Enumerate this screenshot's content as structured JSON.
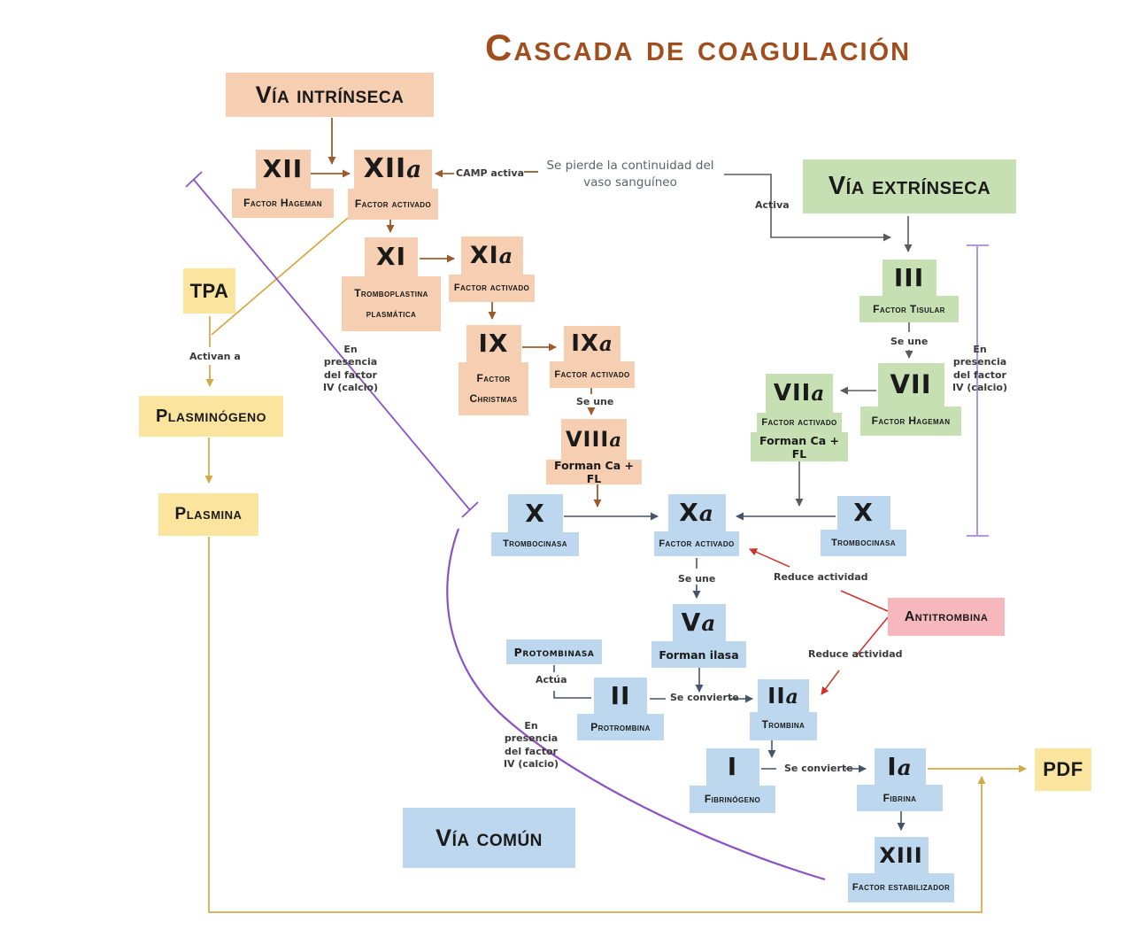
{
  "title": "Cascada de coagulación",
  "headers": {
    "intrinseca": "Vía intrínseca",
    "extrinseca": "Vía extrínseca",
    "comun": "Vía común"
  },
  "factors": {
    "xii": {
      "numeral": "XII",
      "suffix": "",
      "name": "Factor Hageman"
    },
    "xiia": {
      "numeral": "XII",
      "suffix": "a",
      "name": "Factor activado"
    },
    "xi": {
      "numeral": "XI",
      "suffix": "",
      "name": "Tromboplastina plasmática"
    },
    "xia": {
      "numeral": "XI",
      "suffix": "a",
      "name": "Factor activado"
    },
    "ix": {
      "numeral": "IX",
      "suffix": "",
      "name": "Factor Christmas"
    },
    "ixa": {
      "numeral": "IX",
      "suffix": "a",
      "name": "Factor activado"
    },
    "viiia": {
      "numeral": "VIII",
      "suffix": "a",
      "name": "Forman Ca + FL"
    },
    "iii": {
      "numeral": "III",
      "suffix": "",
      "name": "Factor Tisular"
    },
    "vii": {
      "numeral": "VII",
      "suffix": "",
      "name": "Factor Hageman"
    },
    "viia": {
      "numeral": "VII",
      "suffix": "a",
      "name": "Factor activado",
      "extra": "Forman Ca + FL"
    },
    "x_left": {
      "numeral": "X",
      "suffix": "",
      "name": "Trombocinasa"
    },
    "xa": {
      "numeral": "X",
      "suffix": "a",
      "name": "Factor activado"
    },
    "x_right": {
      "numeral": "X",
      "suffix": "",
      "name": "Trombocinasa"
    },
    "va": {
      "numeral": "V",
      "suffix": "a",
      "name": "Forman ilasa"
    },
    "ii": {
      "numeral": "II",
      "suffix": "",
      "name": "Protrombina"
    },
    "iia": {
      "numeral": "II",
      "suffix": "a",
      "name": "Trombina"
    },
    "i": {
      "numeral": "I",
      "suffix": "",
      "name": "Fibrinógeno"
    },
    "ia": {
      "numeral": "I",
      "suffix": "a",
      "name": "Fibrina"
    },
    "xiii": {
      "numeral": "XIII",
      "suffix": "",
      "name": "Factor estabilizador"
    }
  },
  "boxes": {
    "tpa": "TPA",
    "plasminogeno": "Plasminógeno",
    "plasmina": "Plasmina",
    "antitrombina": "Antitrombina",
    "pdf": "PDF",
    "protombinasa": "Protombinasa"
  },
  "labels": {
    "camp_activa": "CAMP activa",
    "se_pierde": "Se pierde la continuidad del vaso sanguíneo",
    "activa": "Activa",
    "se_une": "Se une",
    "en_presencia": "En presencia del factor IV (calcio)",
    "activan_a": "Activan a",
    "actua": "Actúa",
    "se_convierte": "Se convierte",
    "reduce_actividad": "Reduce actividad"
  },
  "colors": {
    "intrinsic_fill": "#F6CEB1",
    "extrinsic_fill": "#C6E0B4",
    "common_fill": "#BDD7EE",
    "fibrinolysis_fill": "#FBE49E",
    "antithrombin_fill": "#F6B8BC",
    "title_brown": "#A04E1D",
    "arrow_brown": "#9A5B2F",
    "arrow_gray": "#5B5B5B",
    "arrow_slate": "#44546A",
    "arrow_gold": "#D4A843",
    "arrow_red": "#CC3327",
    "bracket_purple": "#8C52C5",
    "bracket_lavender": "#B794DC"
  }
}
